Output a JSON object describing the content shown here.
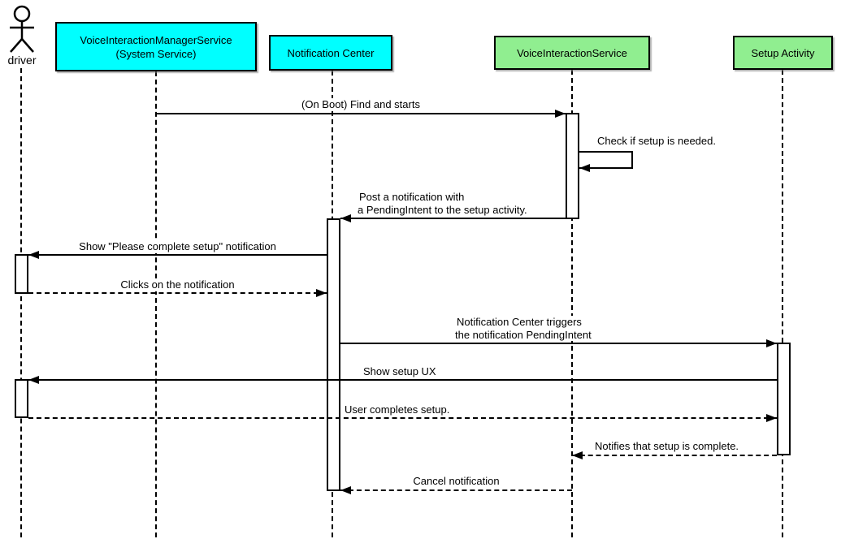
{
  "diagram_type": "uml-sequence-diagram",
  "actor": {
    "name": "driver"
  },
  "participants": [
    {
      "name": "VoiceInteractionManagerService\n(System Service)",
      "category": "system-service",
      "fill": "#00ffff"
    },
    {
      "name": "Notification Center",
      "category": "system-service",
      "fill": "#00ffff"
    },
    {
      "name": "VoiceInteractionService",
      "category": "app-component",
      "fill": "#90ee90"
    },
    {
      "name": "Setup Activity",
      "category": "app-component",
      "fill": "#90ee90"
    }
  ],
  "messages": [
    {
      "label": "(On Boot) Find and starts",
      "from": "VoiceInteractionManagerService (System Service)",
      "to": "VoiceInteractionService",
      "line": "solid"
    },
    {
      "label": "Check if setup is needed.",
      "from": "VoiceInteractionService",
      "to": "VoiceInteractionService",
      "line": "solid-self"
    },
    {
      "label": "Post a notification with\na PendingIntent to the setup activity.",
      "from": "VoiceInteractionService",
      "to": "Notification Center",
      "line": "solid"
    },
    {
      "label": "Show \"Please complete setup\" notification",
      "from": "Notification Center",
      "to": "driver",
      "line": "solid"
    },
    {
      "label": "Clicks on the notification",
      "from": "driver",
      "to": "Notification Center",
      "line": "dashed"
    },
    {
      "label": "Notification Center triggers\nthe notification PendingIntent",
      "from": "Notification Center",
      "to": "Setup Activity",
      "line": "solid"
    },
    {
      "label": "Show setup UX",
      "from": "Setup Activity",
      "to": "driver",
      "line": "solid"
    },
    {
      "label": "User completes setup.",
      "from": "driver",
      "to": "Setup Activity",
      "line": "dashed"
    },
    {
      "label": "Notifies that setup is complete.",
      "from": "Setup Activity",
      "to": "VoiceInteractionService",
      "line": "dashed"
    },
    {
      "label": "Cancel notification",
      "from": "VoiceInteractionService",
      "to": "Notification Center",
      "line": "dashed"
    }
  ],
  "colors": {
    "system_box": "#00ffff",
    "app_box": "#90ee90",
    "line": "#000000",
    "background": "#ffffff"
  }
}
